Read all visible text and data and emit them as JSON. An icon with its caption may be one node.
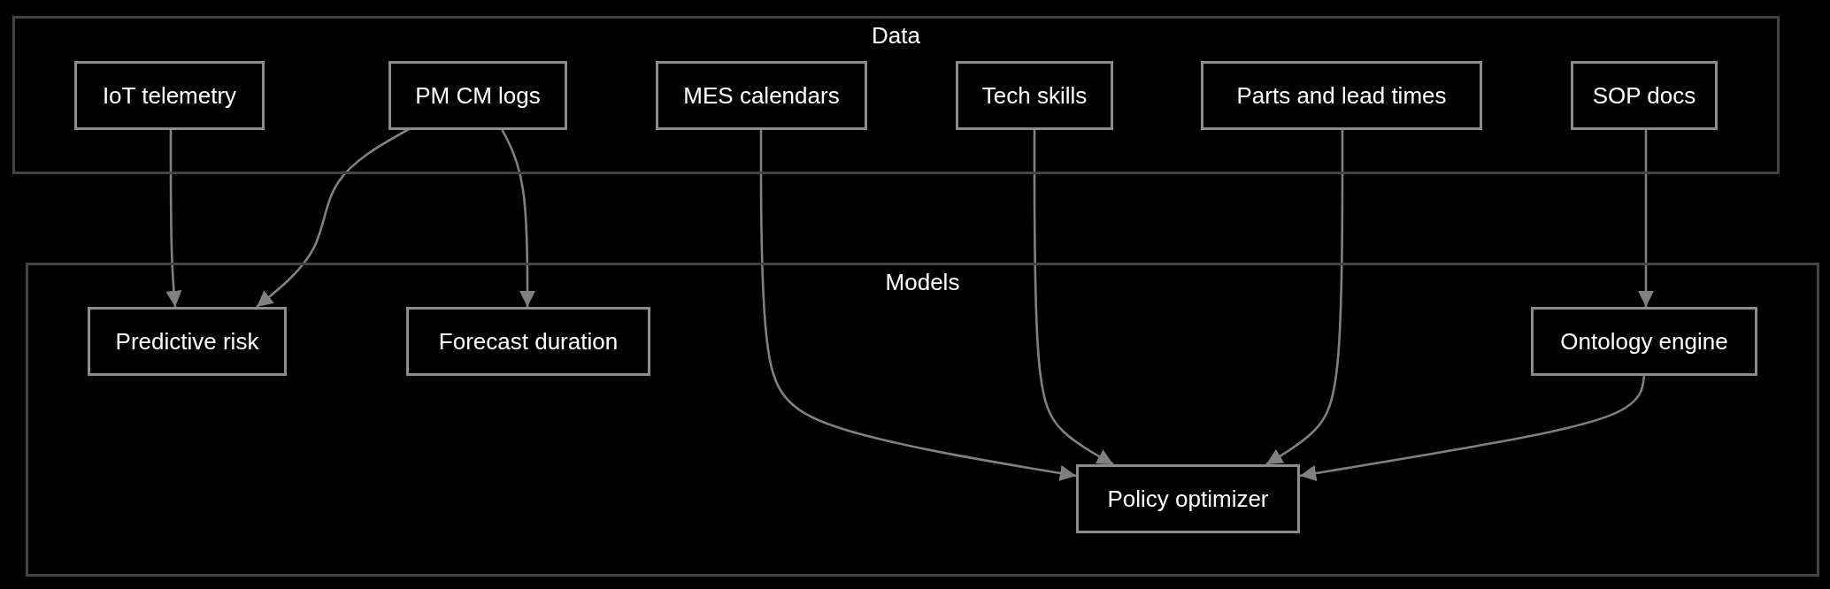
{
  "diagram": {
    "nodes": [
      {
        "text": [
          "Data"
        ]
      },
      {
        "text": [
          "IoT telemetry"
        ],
        "in": 0
      },
      {
        "text": [
          "PM CM logs"
        ],
        "in": 0
      },
      {
        "text": [
          "MES calendars"
        ],
        "in": 0
      },
      {
        "text": [
          "Tech skills"
        ],
        "in": 0
      },
      {
        "text": [
          "Parts and lead times"
        ],
        "in": 0
      },
      {
        "text": [
          "SOP docs"
        ],
        "in": 0
      },
      {
        "text": [
          "Models"
        ]
      },
      {
        "text": [
          "Predictive risk"
        ],
        "in": 7
      },
      {
        "text": [
          "Forecast duration"
        ],
        "in": 7
      },
      {
        "text": [
          "Ontology engine"
        ],
        "in": 7
      },
      {
        "text": [
          "Policy optimizer"
        ],
        "in": 7
      }
    ],
    "edges": [
      {
        "from": 1,
        "to": 8,
        "arrow": "to"
      },
      {
        "from": 2,
        "to": 8,
        "arrow": "to"
      },
      {
        "from": 2,
        "to": 9,
        "arrow": "to"
      },
      {
        "from": 3,
        "to": 11,
        "arrow": "to"
      },
      {
        "from": 4,
        "to": 11,
        "arrow": "to"
      },
      {
        "from": 5,
        "to": 11,
        "arrow": "to"
      },
      {
        "from": 6,
        "to": 10,
        "arrow": "to"
      },
      {
        "from": 10,
        "to": 11,
        "arrow": "to"
      }
    ]
  }
}
